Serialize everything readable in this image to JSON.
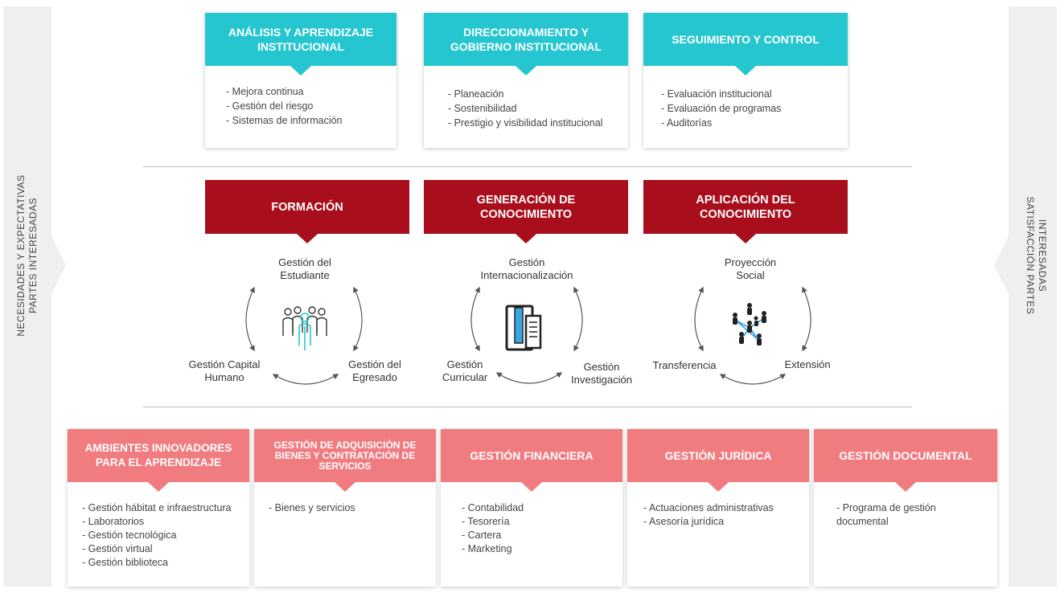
{
  "sides": {
    "left": [
      "NECESIDADES Y EXPECTATIVAS",
      "PARTES INTERESADAS"
    ],
    "right": [
      "INTERESADAS",
      "SATISFACCIÓN PARTES"
    ]
  },
  "strategic": [
    {
      "title": "ANÁLISIS Y APRENDIZAJE INSTITUCIONAL",
      "items": [
        "- Mejora continua",
        "- Gestión del riesgo",
        "- Sistemas de información"
      ]
    },
    {
      "title": "DIRECCIONAMIENTO Y GOBIERNO INSTITUCIONAL",
      "items": [
        "- Planeación",
        "- Sostenibilidad",
        "- Prestigio y visibilidad institucional"
      ]
    },
    {
      "title": "SEGUIMIENTO Y CONTROL",
      "items": [
        "- Evaluación institucional",
        "- Evaluación de programas",
        "- Auditorías"
      ]
    }
  ],
  "missional": [
    {
      "title": "FORMACIÓN",
      "icon": "people-group-icon",
      "top": "Gestión del Estudiante",
      "left": "Gestión Capital Humano",
      "right": "Gestión del Egresado"
    },
    {
      "title": "GENERACIÓN DE CONOCIMIENTO",
      "icon": "book-document-icon",
      "top": "Gestión Internacionalización",
      "left": "Gestión Curricular",
      "right": "Gestión Investigación"
    },
    {
      "title": "APLICACIÓN DEL CONOCIMIENTO",
      "icon": "network-people-icon",
      "top": "Proyección Social",
      "left": "Transferencia",
      "right": "Extensión"
    }
  ],
  "support": [
    {
      "title": "AMBIENTES INNOVADORES PARA EL APRENDIZAJE",
      "items": [
        "- Gestión hábitat e infraestructura",
        "- Laboratorios",
        "- Gestión tecnológica",
        "- Gestión virtual",
        "- Gestión biblioteca"
      ]
    },
    {
      "title": "GESTIÓN DE ADQUISICIÓN DE BIENES Y CONTRATACIÓN DE SERVICIOS",
      "items": [
        "- Bienes y servicios"
      ]
    },
    {
      "title": "GESTIÓN FINANCIERA",
      "items": [
        "- Contabilidad",
        "- Tesorería",
        "- Cartera",
        "- Marketing"
      ]
    },
    {
      "title": "GESTIÓN JURÍDICA",
      "items": [
        "- Actuaciones administrativas",
        "- Asesoría jurídica"
      ]
    },
    {
      "title": "GESTIÓN DOCUMENTAL",
      "items": [
        "- Programa de gestión",
        "documental"
      ]
    }
  ],
  "colors": {
    "cyan": "#26c6d0",
    "red": "#a80e1c",
    "pink": "#f07c80"
  }
}
